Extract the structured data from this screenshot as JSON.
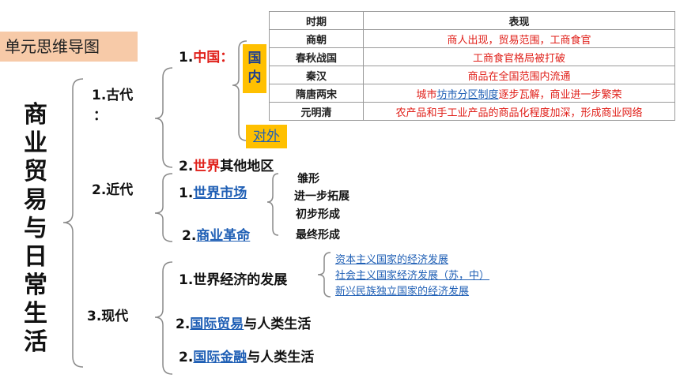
{
  "header": {
    "title": "单元思维导图"
  },
  "root": {
    "title_chars": [
      "商",
      "业",
      "贸",
      "易",
      "与",
      "日",
      "常",
      "生",
      "活"
    ]
  },
  "ancient": {
    "label": "1.古代",
    "colon": "：",
    "china_num": "1.",
    "china_label": "中国：",
    "domestic_chars": [
      "国",
      "内"
    ],
    "foreign": "对外",
    "world_num": "2.",
    "world_red": "世界",
    "world_rest": "其他地区"
  },
  "table": {
    "headers": [
      "时期",
      "表现"
    ],
    "rows": [
      {
        "period": "商朝",
        "desc": "商人出现，贸易范围，工商食官"
      },
      {
        "period": "春秋战国",
        "desc": "工商食官格局被打破"
      },
      {
        "period": "秦汉",
        "desc": "商品在全国范围内流通"
      },
      {
        "period": "隋唐两宋",
        "desc_pre": "城市",
        "desc_link": "坊市分区制度",
        "desc_post": "逐步瓦解，商业进一步繁荣"
      },
      {
        "period": "元明清",
        "desc": "农产品和手工业产品的商品化程度加深，形成商业网络"
      }
    ]
  },
  "modern": {
    "label": "2.近代",
    "market_num": "1.",
    "market_link": "世界市场",
    "commerce_num": "2.",
    "commerce_link": "商业革命",
    "stages": [
      "雏形",
      "进一步拓展",
      "初步形成",
      "最终形成"
    ]
  },
  "contemporary": {
    "label": "3.现代",
    "econ_label": "1.世界经济的发展",
    "econ_items": [
      "资本主义国家的经济发展",
      "社会主义国家经济发展（苏，中）",
      "新兴民族独立国家的经济发展"
    ],
    "trade_num": "2.",
    "trade_link": "国际贸易",
    "trade_rest": "与人类生活",
    "finance_num": "2.",
    "finance_link": "国际金融",
    "finance_rest": "与人类生活"
  }
}
